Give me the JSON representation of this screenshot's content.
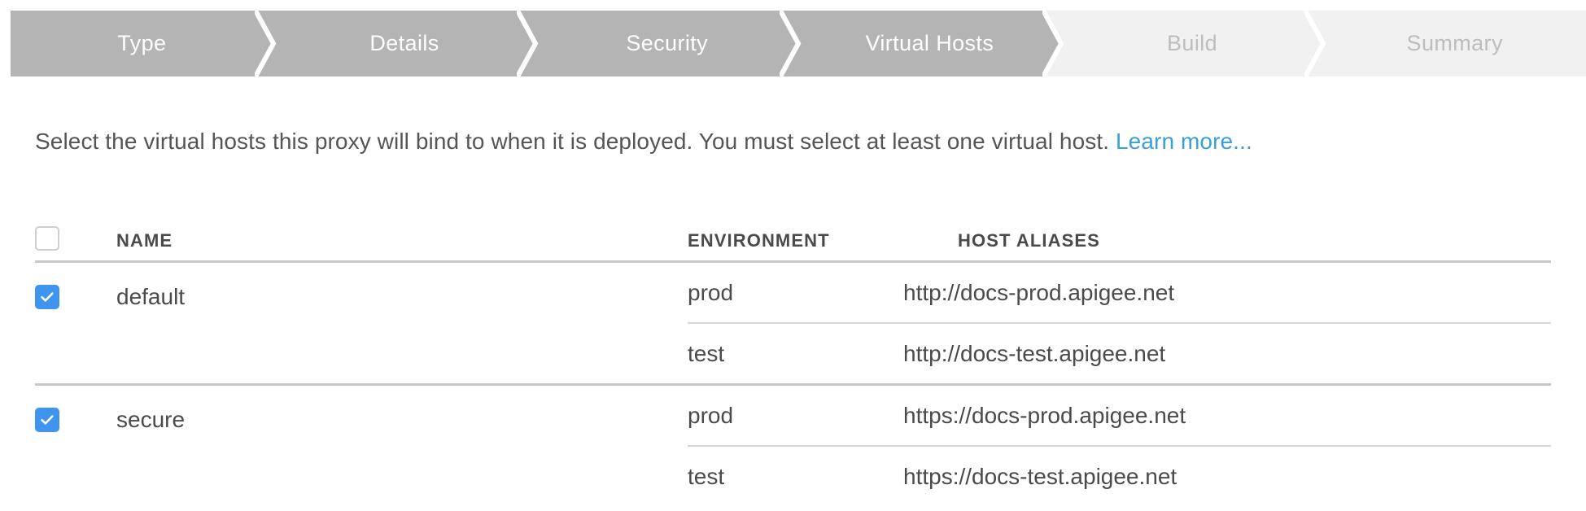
{
  "wizard": {
    "steps": [
      {
        "label": "Type",
        "state": "active"
      },
      {
        "label": "Details",
        "state": "active"
      },
      {
        "label": "Security",
        "state": "active"
      },
      {
        "label": "Virtual Hosts",
        "state": "active"
      },
      {
        "label": "Build",
        "state": "inactive"
      },
      {
        "label": "Summary",
        "state": "inactive"
      }
    ],
    "active_color": "#b4b4b4",
    "inactive_color": "#f1f1f1",
    "active_text_color": "#ffffff",
    "inactive_text_color": "#bdbdbd"
  },
  "description": {
    "text": "Select the virtual hosts this proxy will bind to when it is deployed. You must select at least one virtual host. ",
    "link_label": "Learn more...",
    "link_color": "#3a9fd8"
  },
  "table": {
    "select_all_checked": false,
    "headers": {
      "name": "NAME",
      "environment": "ENVIRONMENT",
      "host_aliases": "HOST ALIASES"
    },
    "accent_color": "#3f94ef",
    "groups": [
      {
        "name": "default",
        "checked": true,
        "rows": [
          {
            "environment": "prod",
            "host_alias": "http://docs-prod.apigee.net"
          },
          {
            "environment": "test",
            "host_alias": "http://docs-test.apigee.net"
          }
        ]
      },
      {
        "name": "secure",
        "checked": true,
        "rows": [
          {
            "environment": "prod",
            "host_alias": "https://docs-prod.apigee.net"
          },
          {
            "environment": "test",
            "host_alias": "https://docs-test.apigee.net"
          }
        ]
      }
    ]
  }
}
